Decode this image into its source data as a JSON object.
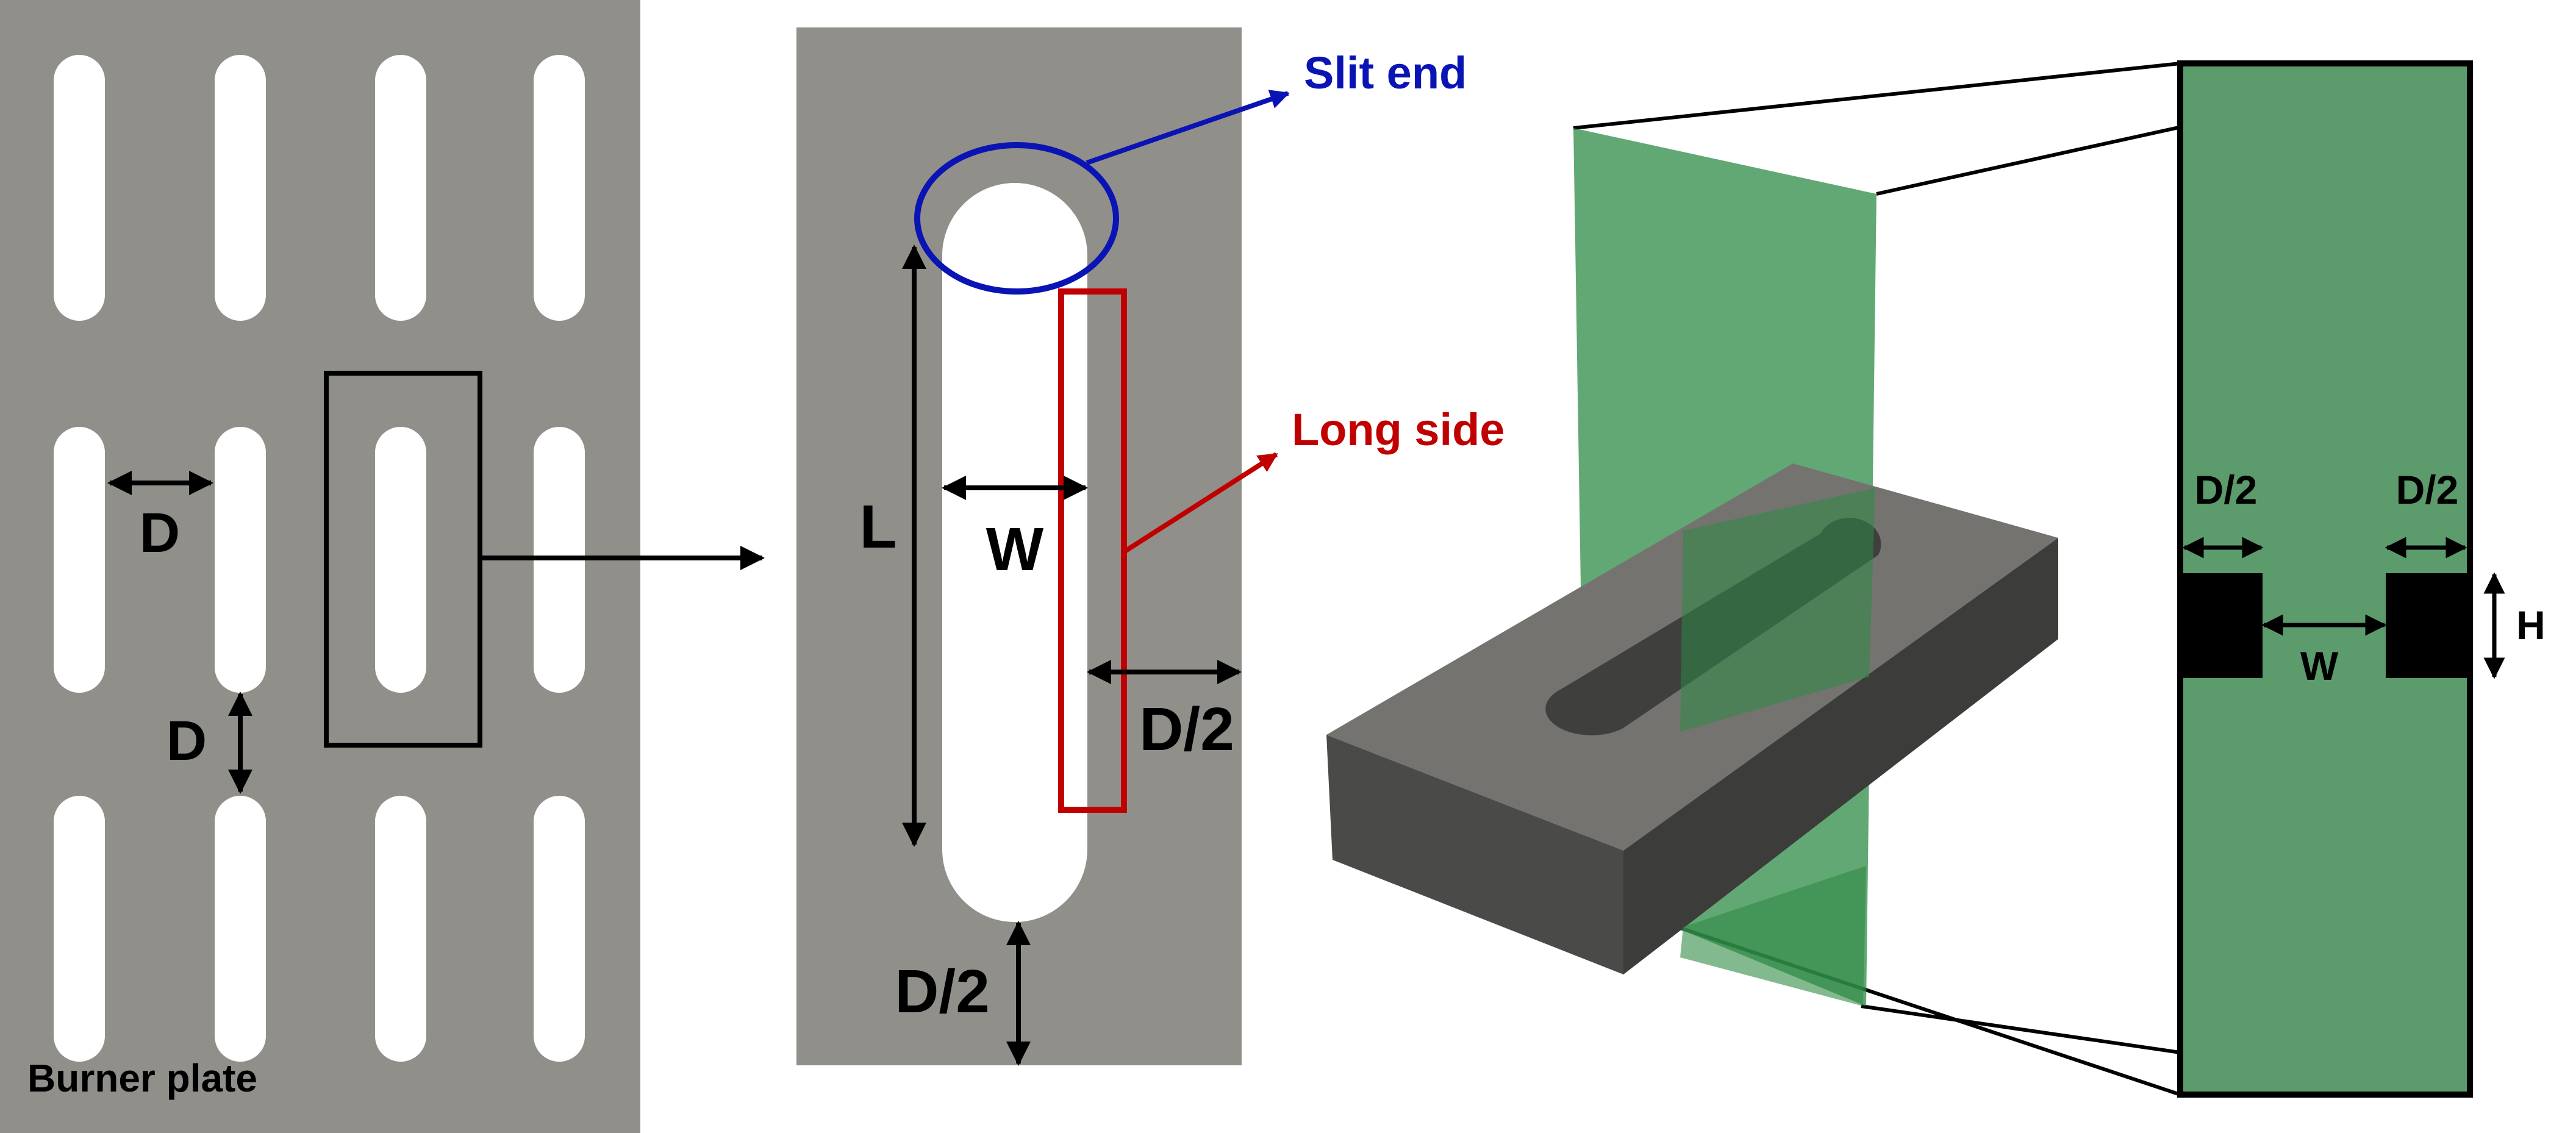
{
  "colors": {
    "plate_gray": "#918f8a",
    "hole_white": "#ffffff",
    "slit_end_blue": "#0a14b4",
    "long_side_red": "#c00000",
    "plane_green": "#2e8b45",
    "block_top": "#757370",
    "block_side": "#4a4a48",
    "ink": "#000000"
  },
  "panel1": {
    "caption": "Burner plate",
    "label_d_horizontal": "D",
    "label_d_vertical": "D"
  },
  "panel2": {
    "label_slit_end": "Slit end",
    "label_long_side": "Long side",
    "label_length": "L",
    "label_width": "W",
    "label_half_d_side": "D/2",
    "label_half_d_bottom": "D/2"
  },
  "panel3": {
    "label_half_d_left": "D/2",
    "label_half_d_right": "D/2",
    "label_width": "W",
    "label_height": "H"
  }
}
